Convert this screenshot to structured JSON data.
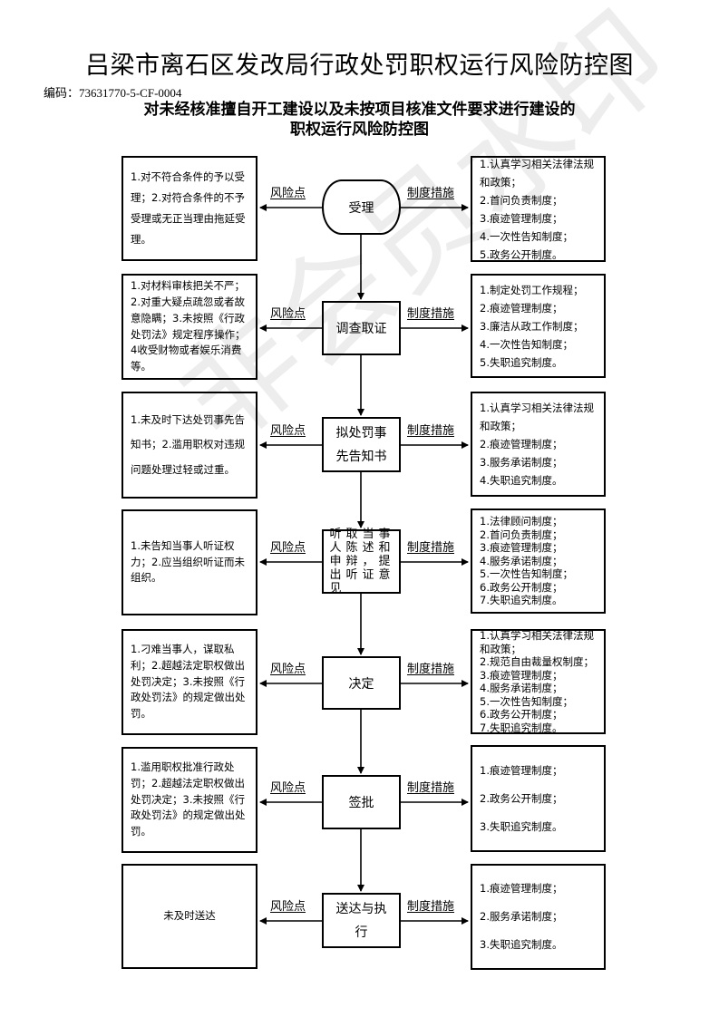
{
  "header": {
    "title": "吕梁市离石区发改局行政处罚职权运行风险防控图",
    "code_label": "编码：",
    "code_value": "73631770-5-CF-0004",
    "subtitle_line1": "对未经核准擅自开工建设以及未按项目核准文件要求进行建设的",
    "subtitle_line2": "职权运行风险防控图"
  },
  "connector_labels": {
    "risk": "风险点",
    "measures": "制度措施"
  },
  "watermark": "非会员水印",
  "steps": [
    {
      "name": "受理",
      "shape": "terminator",
      "risks": [
        "1.对不符合条件的予以受理；2.对符合条件的不予受理或无正当理由拖延受理。"
      ],
      "measures": [
        "1.认真学习相关法律法规和政策；",
        "2.首问负责制度；",
        "3.痕迹管理制度；",
        "4.一次性告知制度；",
        "5.政务公开制度。"
      ]
    },
    {
      "name": "调查取证",
      "shape": "process",
      "risks": [
        "1.对材料审核把关不严；2.对重大疑点疏忽或者故意隐瞒；3.未按照《行政处罚法》规定程序操作；4收受财物或者娱乐消费等。"
      ],
      "measures": [
        "1.制定处罚工作规程；",
        "2.痕迹管理制度；",
        "3.廉洁从政工作制度；",
        "4.一次性告知制度；",
        "5.失职追究制度。"
      ]
    },
    {
      "name": "拟处罚事先告知书",
      "shape": "process",
      "risks": [
        "1.未及时下达处罚事先告知书；2.滥用职权对违规问题处理过轻或过重。"
      ],
      "measures": [
        "1.认真学习相关法律法规和政策；",
        "2.痕迹管理制度；",
        "3.服务承诺制度；",
        "4.失职追究制度。"
      ]
    },
    {
      "name": "听取当事人陈述和申辩，提出听证意见",
      "shape": "process",
      "risks": [
        "1.未告知当事人听证权力；2.应当组织听证而未组织。"
      ],
      "measures": [
        "1.法律顾问制度；",
        "2.首问负责制度；",
        "3.痕迹管理制度；",
        "4.服务承诺制度；",
        "5.一次性告知制度；",
        "6.政务公开制度；",
        "7.失职追究制度。"
      ]
    },
    {
      "name": "决定",
      "shape": "process",
      "risks": [
        "1.刁难当事人，谋取私利；2.超越法定职权做出处罚决定；3.未按照《行政处罚法》的规定做出处罚。"
      ],
      "measures": [
        "1.认真学习相关法律法规和政策；",
        "2.规范自由裁量权制度；",
        "3.痕迹管理制度；",
        "4.服务承诺制度；",
        "5.一次性告知制度；",
        "6.政务公开制度；",
        "7.失职追究制度。"
      ]
    },
    {
      "name": "签批",
      "shape": "process",
      "risks": [
        "1.滥用职权批准行政处罚；2.超越法定职权做出处罚决定；3.未按照《行政处罚法》的规定做出处罚。"
      ],
      "measures": [
        "1.痕迹管理制度；",
        "2.政务公开制度；",
        "3.失职追究制度。"
      ]
    },
    {
      "name": "送达与执行",
      "shape": "process",
      "risks": [
        "未及时送达"
      ],
      "measures": [
        "1.痕迹管理制度；",
        "2.服务承诺制度；",
        "3.失职追究制度。"
      ]
    }
  ]
}
